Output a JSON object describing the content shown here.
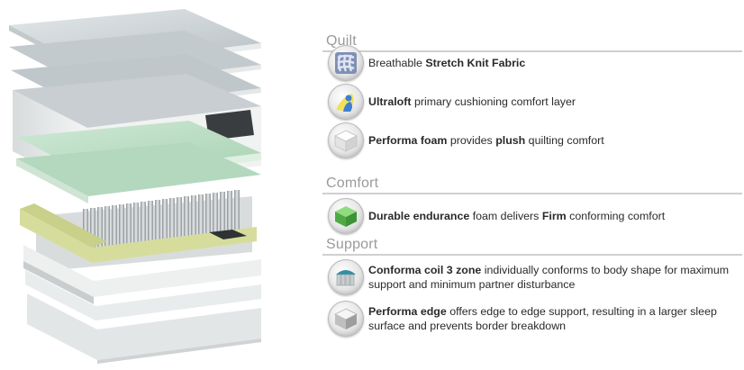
{
  "sections": [
    {
      "title": "Quilt",
      "items": [
        {
          "icon": "knit-fabric-icon",
          "parts": [
            "Breathable ",
            "Stretch Knit Fabric",
            ""
          ]
        },
        {
          "icon": "ultraloft-fiber-icon",
          "parts": [
            "",
            "Ultraloft",
            " primary cushioning comfort layer"
          ]
        },
        {
          "icon": "white-foam-cube-icon",
          "parts": [
            "",
            "Performa foam",
            " provides ",
            "plush",
            " quilting comfort"
          ]
        }
      ]
    },
    {
      "title": "Comfort",
      "items": [
        {
          "icon": "green-foam-cube-icon",
          "parts": [
            "",
            "Durable endurance",
            " foam delivers ",
            "Firm",
            " conforming comfort"
          ]
        }
      ]
    },
    {
      "title": "Support",
      "items": [
        {
          "icon": "coil-spring-icon",
          "parts": [
            "",
            "Conforma coil 3 zone",
            " individually conforms to body shape for maximum support and minimum partner disturbance"
          ]
        },
        {
          "icon": "foam-edge-icon",
          "parts": [
            "",
            "Performa edge",
            " offers edge to edge support, resulting in a larger sleep surface and prevents border breakdown"
          ]
        }
      ]
    }
  ],
  "colors": {
    "section_title": "#9a9a9a",
    "rule": "#cfcfcf",
    "layer_grey": "#c9cfd2",
    "layer_green": "#b9dcc2",
    "foam_green": "#5fbf5a",
    "edge_yellow": "#d6dd9c"
  }
}
